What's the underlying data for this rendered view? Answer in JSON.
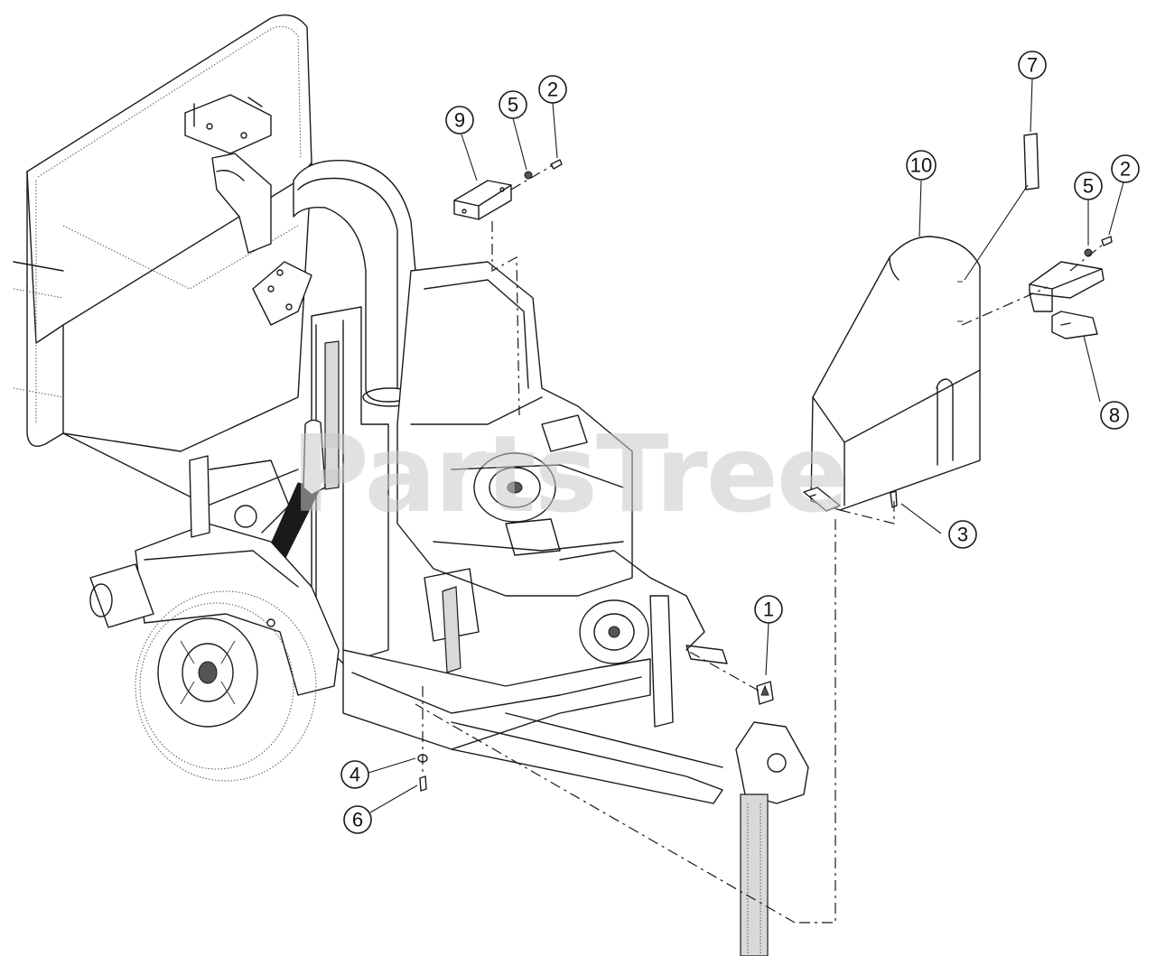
{
  "diagram": {
    "watermark_text": "PartsTree",
    "callouts": [
      {
        "id": "1",
        "label": "1"
      },
      {
        "id": "2a",
        "label": "2"
      },
      {
        "id": "2b",
        "label": "2"
      },
      {
        "id": "3",
        "label": "3"
      },
      {
        "id": "4",
        "label": "4"
      },
      {
        "id": "5a",
        "label": "5"
      },
      {
        "id": "5b",
        "label": "5"
      },
      {
        "id": "6",
        "label": "6"
      },
      {
        "id": "7",
        "label": "7"
      },
      {
        "id": "8",
        "label": "8"
      },
      {
        "id": "9",
        "label": "9"
      },
      {
        "id": "10",
        "label": "10"
      }
    ]
  }
}
